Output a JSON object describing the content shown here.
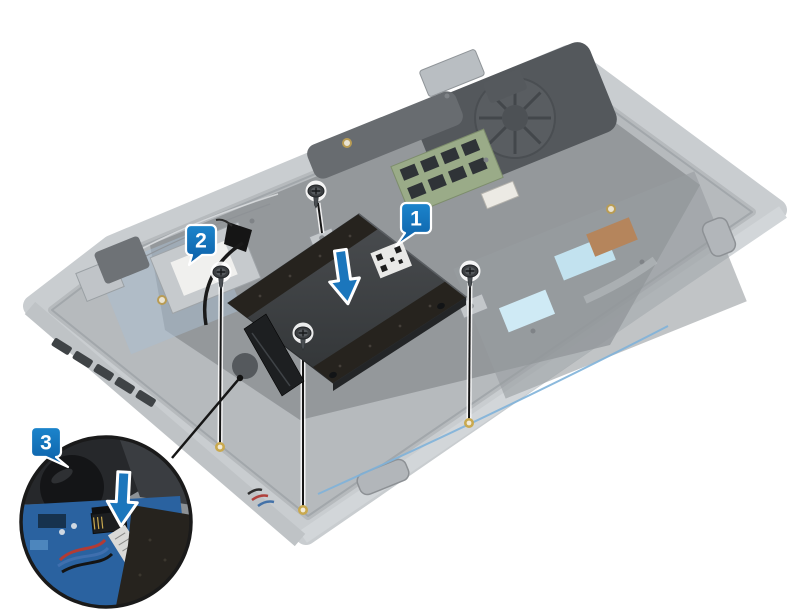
{
  "figure": {
    "subject": "laptop-hard-drive-assembly-installation-diagram",
    "background": "#ffffff"
  },
  "callouts": [
    {
      "label": "1",
      "target": "hard-drive-assembly"
    },
    {
      "label": "2",
      "target": "screw-near-battery-cable"
    },
    {
      "label": "3",
      "target": "connector-detail-inset"
    }
  ],
  "arrows": [
    {
      "name": "place-hdd-arrow",
      "direction": "down"
    },
    {
      "name": "connect-cable-arrow",
      "direction": "down"
    }
  ],
  "screws": {
    "count": "4",
    "ids": [
      "screw-top",
      "screw-left",
      "screw-bottom",
      "screw-right"
    ]
  },
  "inset": {
    "shape": "circle",
    "shows": "cable-connector-on-system-board"
  },
  "colors": {
    "badge_top": "#1c85cc",
    "badge_bottom": "#0c5ea6",
    "badge_border": "#ffffff",
    "arrow_blue": "#1b76bc",
    "arrow_outline": "#ffffff",
    "pcb_blue": "#2a62a0",
    "chassis_gray": "#c9cdd0",
    "interior_gray": "#b6babd",
    "hdd_dark_top": "#4a4d50",
    "hdd_dark_bottom": "#323537",
    "foam_dark": "#26231e",
    "leader_black": "#161616",
    "screwhole_gold": "#c9a94f"
  }
}
